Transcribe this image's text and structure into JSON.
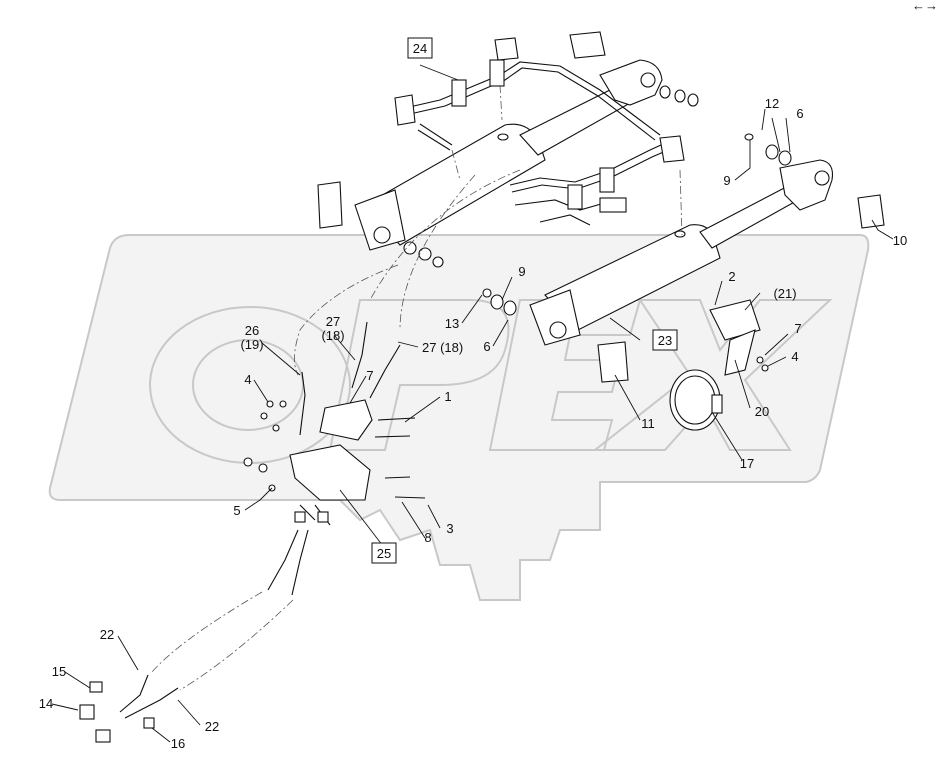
{
  "watermark": {
    "text": "OPEX",
    "color": "#c8c8c8"
  },
  "corner_mark": "←→",
  "callouts": [
    {
      "id": "c24",
      "text": "24",
      "boxed": true
    },
    {
      "id": "c12",
      "text": "12",
      "boxed": false
    },
    {
      "id": "c6a",
      "text": "6",
      "boxed": false
    },
    {
      "id": "c9a",
      "text": "9",
      "boxed": false
    },
    {
      "id": "c10",
      "text": "10",
      "boxed": false
    },
    {
      "id": "c9b",
      "text": "9",
      "boxed": false
    },
    {
      "id": "c13",
      "text": "13",
      "boxed": false
    },
    {
      "id": "c6b",
      "text": "6",
      "boxed": false
    },
    {
      "id": "c2",
      "text": "2",
      "boxed": false
    },
    {
      "id": "c21",
      "text": "(21)",
      "boxed": false
    },
    {
      "id": "c23",
      "text": "23",
      "boxed": true
    },
    {
      "id": "c7a",
      "text": "7",
      "boxed": false
    },
    {
      "id": "c4a",
      "text": "4",
      "boxed": false
    },
    {
      "id": "c20",
      "text": "20",
      "boxed": false
    },
    {
      "id": "c11",
      "text": "11",
      "boxed": false
    },
    {
      "id": "c17",
      "text": "17",
      "boxed": false
    },
    {
      "id": "c26",
      "text": "26",
      "boxed": false
    },
    {
      "id": "c19",
      "text": "(19)",
      "boxed": false
    },
    {
      "id": "c27a",
      "text": "27",
      "boxed": false
    },
    {
      "id": "c18a",
      "text": "(18)",
      "boxed": false
    },
    {
      "id": "c27b",
      "text": "27 (18)",
      "boxed": false
    },
    {
      "id": "c4b",
      "text": "4",
      "boxed": false
    },
    {
      "id": "c7b",
      "text": "7",
      "boxed": false
    },
    {
      "id": "c1",
      "text": "1",
      "boxed": false
    },
    {
      "id": "c5",
      "text": "5",
      "boxed": false
    },
    {
      "id": "c3",
      "text": "3",
      "boxed": false
    },
    {
      "id": "c8",
      "text": "8",
      "boxed": false
    },
    {
      "id": "c25",
      "text": "25",
      "boxed": true
    },
    {
      "id": "c22a",
      "text": "22",
      "boxed": false
    },
    {
      "id": "c15",
      "text": "15",
      "boxed": false
    },
    {
      "id": "c14",
      "text": "14",
      "boxed": false
    },
    {
      "id": "c22b",
      "text": "22",
      "boxed": false
    },
    {
      "id": "c16",
      "text": "16",
      "boxed": false
    }
  ]
}
